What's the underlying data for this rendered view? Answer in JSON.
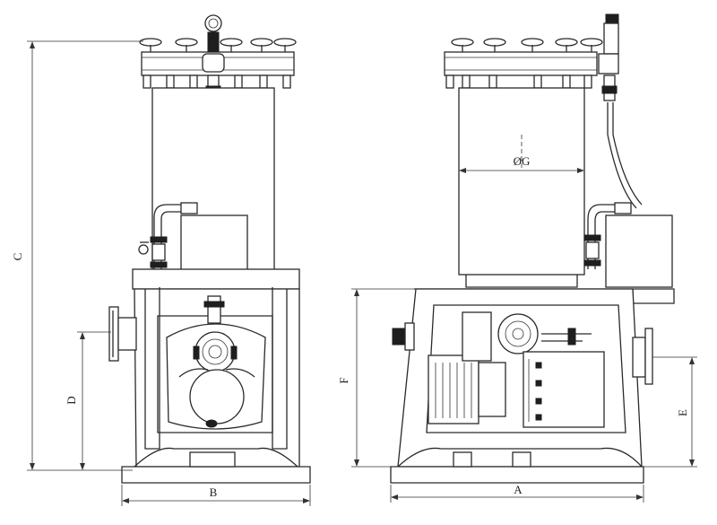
{
  "dimensions": {
    "A": "A",
    "B": "B",
    "C": "C",
    "D": "D",
    "E": "E",
    "F": "F",
    "G": "ØG"
  }
}
